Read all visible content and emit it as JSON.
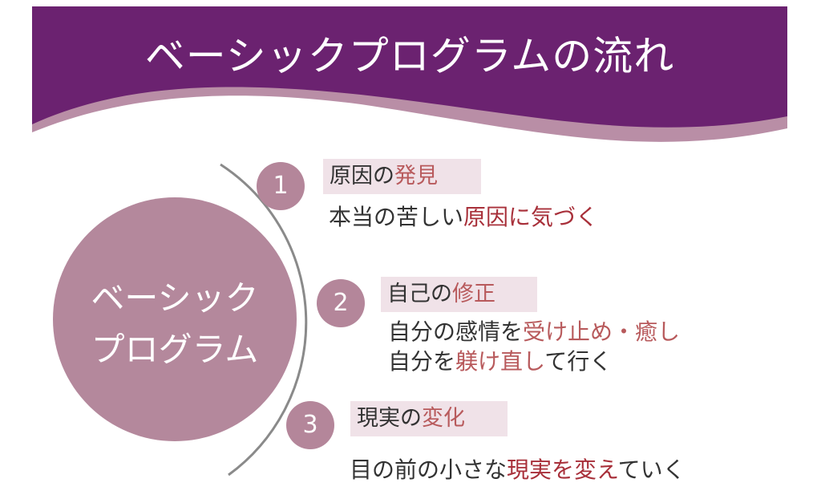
{
  "title": "ベーシックプログラムの流れ",
  "center": {
    "line1": "ベーシック",
    "line2": "プログラム"
  },
  "steps": [
    {
      "num": "1",
      "label": [
        {
          "t": "原因の"
        },
        {
          "t": "発見"
        }
      ],
      "lines": [
        [
          {
            "t": "本当の苦しい"
          },
          {
            "t": "原因に気づく"
          }
        ]
      ]
    },
    {
      "num": "2",
      "label": [
        {
          "t": "自己の"
        },
        {
          "t": "修正"
        }
      ],
      "lines": [
        [
          {
            "t": "自分の感情を"
          },
          {
            "t": "受け止め・癒し"
          }
        ],
        [
          {
            "t": "自分を"
          },
          {
            "t": "躾け直し"
          },
          {
            "t": "て行く"
          }
        ]
      ]
    },
    {
      "num": "3",
      "label": [
        {
          "t": "現実の"
        },
        {
          "t": "変化"
        }
      ],
      "lines": [
        [
          {
            "t": "目の前の小さな"
          },
          {
            "t": "現実を変え"
          },
          {
            "t": "ていく"
          }
        ]
      ]
    }
  ],
  "colors": {
    "header": "#6b2270",
    "wave": "#b98ea6",
    "circle": "#b4889c",
    "highlight": "#a8303a"
  }
}
